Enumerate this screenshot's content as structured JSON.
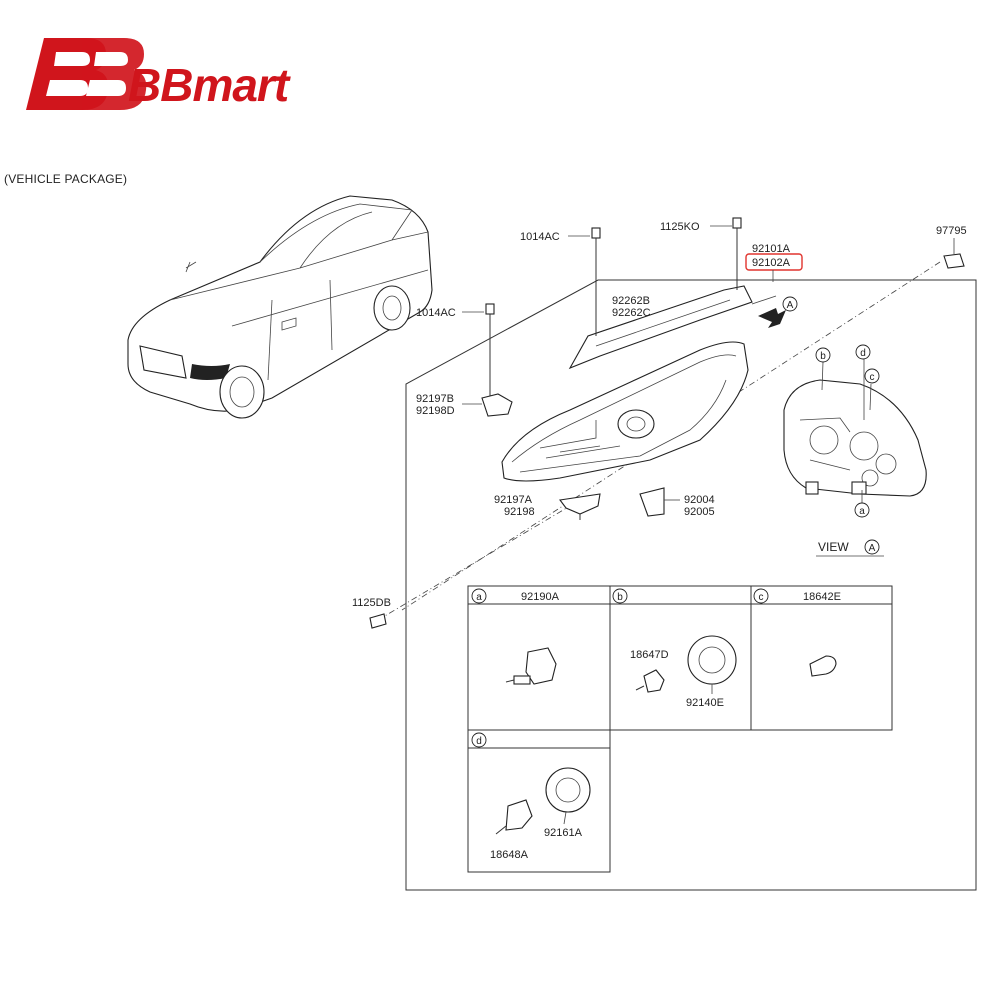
{
  "brand": {
    "name": "BBmart",
    "mark_icon": "bb-logo-icon",
    "color": "#d0151c"
  },
  "package_label": "(VEHICLE PACKAGE)",
  "parts": {
    "p1014ac_top": "1014AC",
    "p1125ko": "1125KO",
    "p92101a": "92101A",
    "p92102a": "92102A",
    "p97795": "97795",
    "p1014ac_left": "1014AC",
    "p92262b": "92262B",
    "p92262c": "92262C",
    "p92197b": "92197B",
    "p92198d": "92198D",
    "p92197a": "92197A",
    "p92198": "92198",
    "p92004": "92004",
    "p92005": "92005",
    "p1125db": "1125DB"
  },
  "view": {
    "label": "VIEW",
    "arrow_marker": "A",
    "markers": [
      "a",
      "b",
      "c",
      "d"
    ]
  },
  "highlight_color": "#e0342e",
  "table": {
    "cell_a": {
      "marker": "a",
      "title": "92190A"
    },
    "cell_b": {
      "marker": "b",
      "title": "",
      "part1": "18647D",
      "part2": "92140E"
    },
    "cell_c": {
      "marker": "c",
      "title": "18642E"
    },
    "cell_d": {
      "marker": "d",
      "title": "",
      "part1": "18648A",
      "part2": "92161A"
    }
  }
}
